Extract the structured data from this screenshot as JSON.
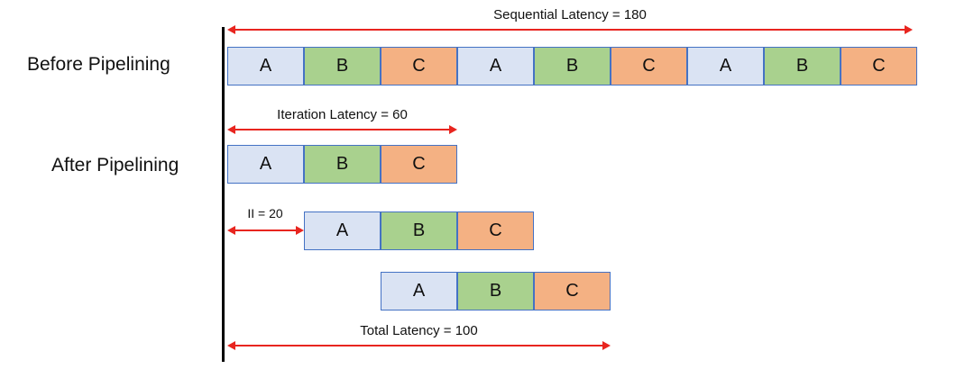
{
  "labels": {
    "before": "Before Pipelining",
    "after": "After Pipelining"
  },
  "annotations": {
    "sequential": "Sequential Latency = 180",
    "iteration": "Iteration Latency = 60",
    "ii": "II = 20",
    "total": "Total Latency = 100"
  },
  "stages": [
    "A",
    "B",
    "C"
  ],
  "before_row": [
    "A",
    "B",
    "C",
    "A",
    "B",
    "C",
    "A",
    "B",
    "C"
  ],
  "after_rows": [
    [
      "A",
      "B",
      "C"
    ],
    [
      "A",
      "B",
      "C"
    ],
    [
      "A",
      "B",
      "C"
    ]
  ],
  "colors": {
    "A": "#dae3f3",
    "B": "#a9d18e",
    "C": "#f4b183",
    "border": "#4472c4",
    "arrow": "#e8251f",
    "timeline": "#000000"
  }
}
